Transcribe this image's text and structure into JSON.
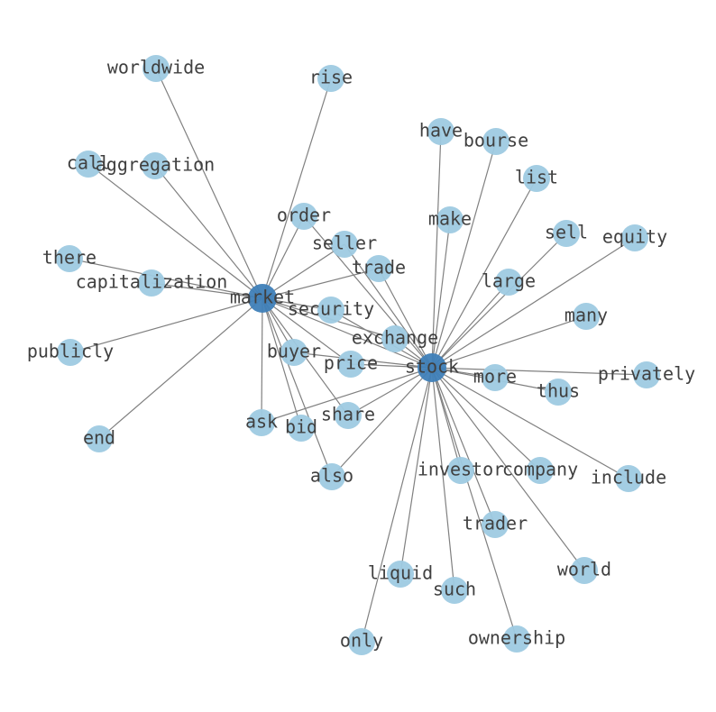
{
  "graph": {
    "hubs": [
      "market",
      "stock"
    ],
    "nodes": [
      {
        "id": "market",
        "label": "market",
        "hub": true
      },
      {
        "id": "stock",
        "label": "stock",
        "hub": true
      },
      {
        "id": "worldwide",
        "label": "worldwide"
      },
      {
        "id": "rise",
        "label": "rise"
      },
      {
        "id": "call",
        "label": "call"
      },
      {
        "id": "aggregation",
        "label": "aggregation"
      },
      {
        "id": "order",
        "label": "order"
      },
      {
        "id": "seller",
        "label": "seller"
      },
      {
        "id": "trade",
        "label": "trade"
      },
      {
        "id": "there",
        "label": "there"
      },
      {
        "id": "capitalization",
        "label": "capitalization"
      },
      {
        "id": "security",
        "label": "security"
      },
      {
        "id": "exchange",
        "label": "exchange"
      },
      {
        "id": "publicly",
        "label": "publicly"
      },
      {
        "id": "buyer",
        "label": "buyer"
      },
      {
        "id": "price",
        "label": "price"
      },
      {
        "id": "share",
        "label": "share"
      },
      {
        "id": "ask",
        "label": "ask"
      },
      {
        "id": "bid",
        "label": "bid"
      },
      {
        "id": "end",
        "label": "end"
      },
      {
        "id": "also",
        "label": "also"
      },
      {
        "id": "have",
        "label": "have"
      },
      {
        "id": "bourse",
        "label": "bourse"
      },
      {
        "id": "list",
        "label": "list"
      },
      {
        "id": "make",
        "label": "make"
      },
      {
        "id": "sell",
        "label": "sell"
      },
      {
        "id": "equity",
        "label": "equity"
      },
      {
        "id": "large",
        "label": "large"
      },
      {
        "id": "many",
        "label": "many"
      },
      {
        "id": "more",
        "label": "more"
      },
      {
        "id": "privately",
        "label": "privately"
      },
      {
        "id": "thus",
        "label": "thus"
      },
      {
        "id": "investor",
        "label": "investor"
      },
      {
        "id": "company",
        "label": "company"
      },
      {
        "id": "include",
        "label": "include"
      },
      {
        "id": "trader",
        "label": "trader"
      },
      {
        "id": "world",
        "label": "world"
      },
      {
        "id": "liquid",
        "label": "liquid"
      },
      {
        "id": "such",
        "label": "such"
      },
      {
        "id": "ownership",
        "label": "ownership"
      },
      {
        "id": "only",
        "label": "only"
      }
    ],
    "edges": [
      [
        "market",
        "worldwide"
      ],
      [
        "market",
        "rise"
      ],
      [
        "market",
        "call"
      ],
      [
        "market",
        "aggregation"
      ],
      [
        "market",
        "order"
      ],
      [
        "market",
        "seller"
      ],
      [
        "market",
        "trade"
      ],
      [
        "market",
        "there"
      ],
      [
        "market",
        "capitalization"
      ],
      [
        "market",
        "security"
      ],
      [
        "market",
        "exchange"
      ],
      [
        "market",
        "publicly"
      ],
      [
        "market",
        "buyer"
      ],
      [
        "market",
        "price"
      ],
      [
        "market",
        "share"
      ],
      [
        "market",
        "ask"
      ],
      [
        "market",
        "bid"
      ],
      [
        "market",
        "end"
      ],
      [
        "market",
        "also"
      ],
      [
        "market",
        "stock"
      ],
      [
        "stock",
        "have"
      ],
      [
        "stock",
        "bourse"
      ],
      [
        "stock",
        "list"
      ],
      [
        "stock",
        "make"
      ],
      [
        "stock",
        "sell"
      ],
      [
        "stock",
        "equity"
      ],
      [
        "stock",
        "large"
      ],
      [
        "stock",
        "many"
      ],
      [
        "stock",
        "more"
      ],
      [
        "stock",
        "privately"
      ],
      [
        "stock",
        "thus"
      ],
      [
        "stock",
        "investor"
      ],
      [
        "stock",
        "company"
      ],
      [
        "stock",
        "include"
      ],
      [
        "stock",
        "trader"
      ],
      [
        "stock",
        "world"
      ],
      [
        "stock",
        "liquid"
      ],
      [
        "stock",
        "such"
      ],
      [
        "stock",
        "ownership"
      ],
      [
        "stock",
        "only"
      ],
      [
        "stock",
        "exchange"
      ],
      [
        "stock",
        "trade"
      ],
      [
        "stock",
        "order"
      ],
      [
        "stock",
        "seller"
      ],
      [
        "stock",
        "security"
      ],
      [
        "stock",
        "price"
      ],
      [
        "stock",
        "share"
      ],
      [
        "stock",
        "ask"
      ],
      [
        "stock",
        "also"
      ],
      [
        "stock",
        "buyer"
      ]
    ],
    "colors": {
      "node": "#9ecae1",
      "hub": "#3f7fb8",
      "edge": "#808080",
      "label": "#404040"
    }
  }
}
